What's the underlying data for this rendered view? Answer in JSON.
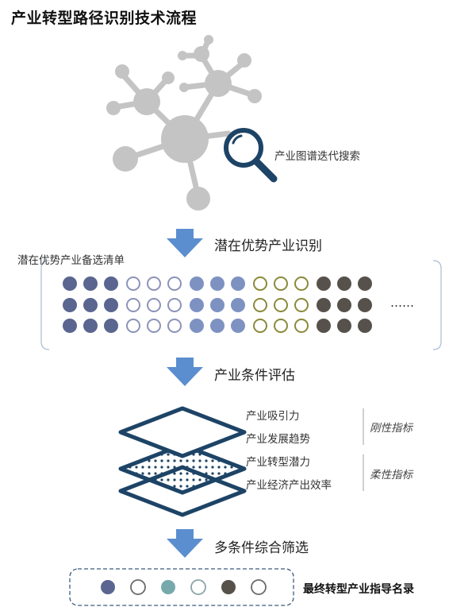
{
  "title": "产业转型路径识别技术流程",
  "graph_search": {
    "label": "产业图谱迭代搜索",
    "icon": "magnifier-icon"
  },
  "steps": [
    {
      "label": "潜在优势产业识别",
      "icon": "down-arrow-icon"
    },
    {
      "label": "产业条件评估",
      "icon": "down-arrow-icon"
    },
    {
      "label": "多条件综合筛选",
      "icon": "down-arrow-icon"
    }
  ],
  "candidate_list": {
    "label": "潜在优势产业备选清单",
    "ellipsis": "……",
    "groups": [
      {
        "style": "filled",
        "fill": "#5a6690",
        "stroke": "#5a6690"
      },
      {
        "style": "ring",
        "fill": "#ffffff",
        "stroke": "#8c93b8"
      },
      {
        "style": "filled",
        "fill": "#7e92c2",
        "stroke": "#7e92c2"
      },
      {
        "style": "ring",
        "fill": "#ffffff",
        "stroke": "#8a8a3a"
      },
      {
        "style": "filled",
        "fill": "#56524b",
        "stroke": "#56524b"
      }
    ]
  },
  "assessment": {
    "rigid_label": "刚性指标",
    "flexible_label": "柔性指标",
    "items": [
      "产业吸引力",
      "产业发展趋势",
      "产业转型潜力",
      "产业经济产出效率"
    ]
  },
  "final": {
    "label": "最终转型产业指导名录",
    "dots": [
      {
        "fill": "#5a6690",
        "stroke": "#5a6690"
      },
      {
        "fill": "#ffffff",
        "stroke": "#6a6a6a"
      },
      {
        "fill": "#77a8ac",
        "stroke": "#77a8ac"
      },
      {
        "fill": "#ffffff",
        "stroke": "#8aa4a8"
      },
      {
        "fill": "#56524b",
        "stroke": "#56524b"
      },
      {
        "fill": "#ffffff",
        "stroke": "#6a6a6a"
      }
    ]
  },
  "colors": {
    "arrow": "#5b8ecf",
    "layer_stroke": "#1d4466",
    "graph_node": "#c4c4c4",
    "magnifier": "#1d4466"
  }
}
